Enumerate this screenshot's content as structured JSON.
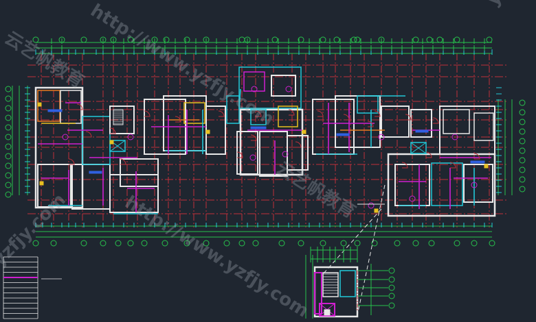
{
  "watermark": {
    "lines": [
      "http://www.yzfjy.com",
      "云艺帆教育",
      "yzfjy.com",
      "http://www.yzfjy.com",
      "云艺帆教育",
      "yzfjy.com"
    ],
    "color": "#9aa3ad"
  },
  "colors": {
    "background": "#1f2630",
    "grid_green": "#27c24c",
    "axis_red": "#c0303a",
    "wall_white": "#e8e8e8",
    "cyan": "#22c8d8",
    "magenta": "#d01fd0",
    "yellow": "#e8c020",
    "orange": "#e87a20",
    "blue": "#3060e0"
  },
  "icons": {
    "axis_bubble": "circle",
    "stair": "hatched-rectangle"
  }
}
